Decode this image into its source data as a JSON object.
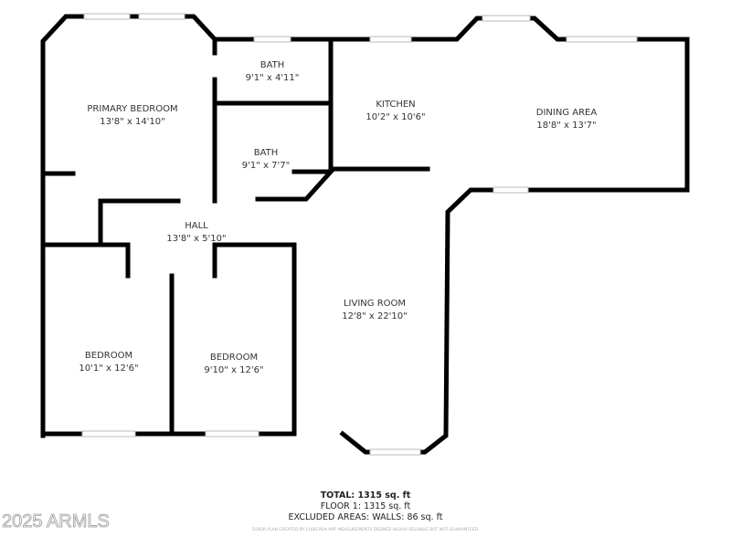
{
  "rooms": [
    {
      "name": "PRIMARY BEDROOM",
      "size": "13'8\" x 14'10\""
    },
    {
      "name": "BATH",
      "size": "9'1\" x 4'11\""
    },
    {
      "name": "BATH",
      "size": "9'1\" x 7'7\""
    },
    {
      "name": "KITCHEN",
      "size": "10'2\" x 10'6\""
    },
    {
      "name": "DINING AREA",
      "size": "18'8\" x 13'7\""
    },
    {
      "name": "HALL",
      "size": "13'8\" x 5'10\""
    },
    {
      "name": "LIVING ROOM",
      "size": "12'8\" x 22'10\""
    },
    {
      "name": "BEDROOM",
      "size": "10'1\" x 12'6\""
    },
    {
      "name": "BEDROOM",
      "size": "9'10\" x 12'6\""
    }
  ],
  "summary": {
    "total": "TOTAL: 1315 sq. ft",
    "floor": "FLOOR 1: 1315 sq. ft",
    "excluded": "EXCLUDED AREAS: WALLS: 86 sq. ft",
    "disclaimer": "FLOOR PLAN CREATED BY CUBICASA APP. MEASUREMENTS DEEMED HIGHLY RELIABLE BUT NOT GUARANTEED."
  },
  "watermark": "2025 ARMLS",
  "colors": {
    "wall": "#000000",
    "window": "#ffffff"
  }
}
